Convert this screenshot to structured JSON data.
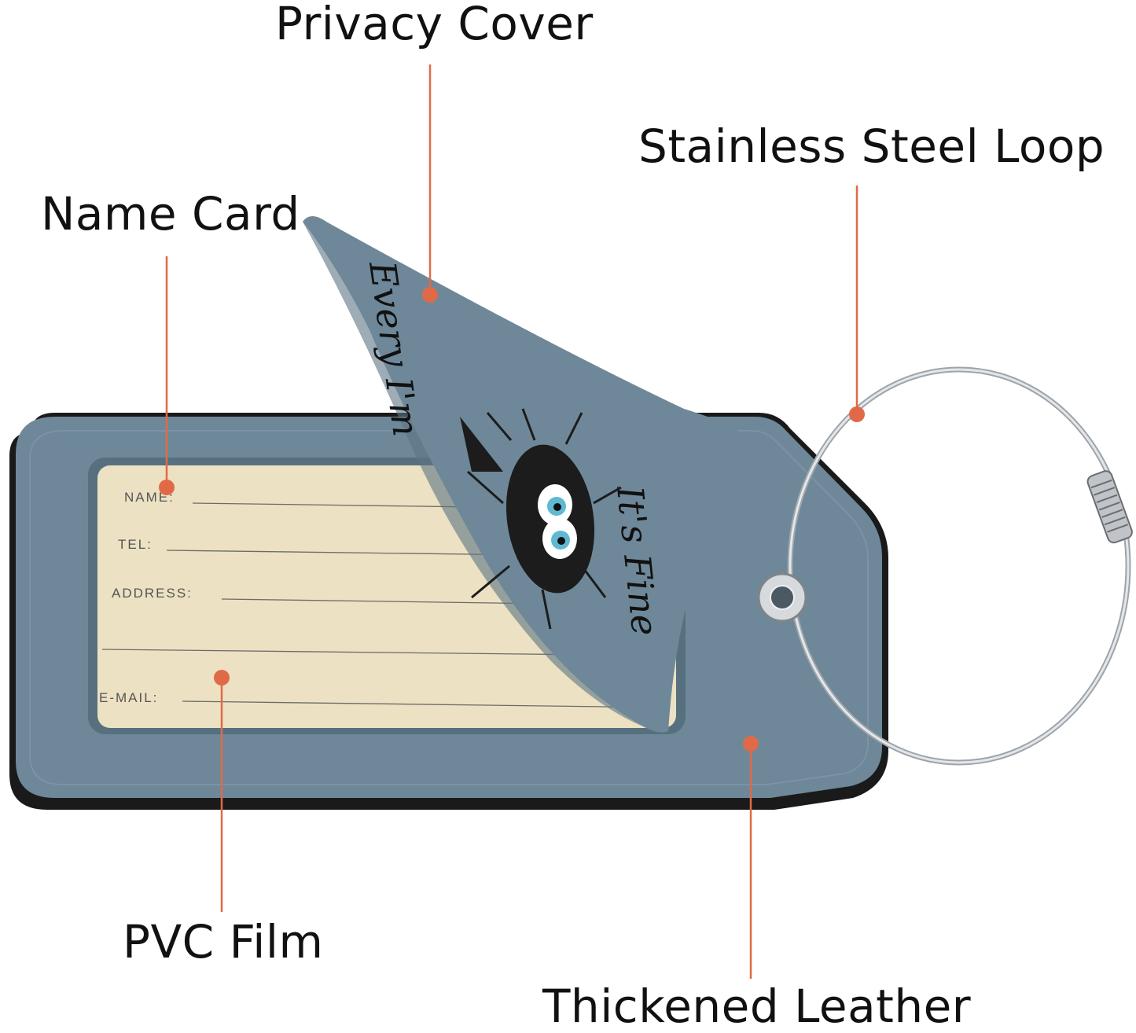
{
  "labels": {
    "privacy_cover": "Privacy Cover",
    "stainless_steel_loop": "Stainless Steel Loop",
    "name_card": "Name Card",
    "pvc_film": "PVC Film",
    "thickened_leather": "Thickened Leather"
  },
  "name_card_fields": {
    "name": "NAME:",
    "tel": "TEL:",
    "address": "ADDRESS:",
    "email": "E-MAIL:"
  },
  "flap_text": {
    "line1": "It's Fine",
    "line2": "Every I'm"
  },
  "colors": {
    "leather": "#6e8899",
    "leather_dark": "#5b7484",
    "edge": "#1a1a1a",
    "card": "#ece1c2",
    "callout": "#e06a47",
    "label_text": "#111111",
    "steel": "#c8ccd0"
  },
  "icons": {
    "grommet": "grommet-icon",
    "creature": "fuzzy-creature-icon"
  }
}
